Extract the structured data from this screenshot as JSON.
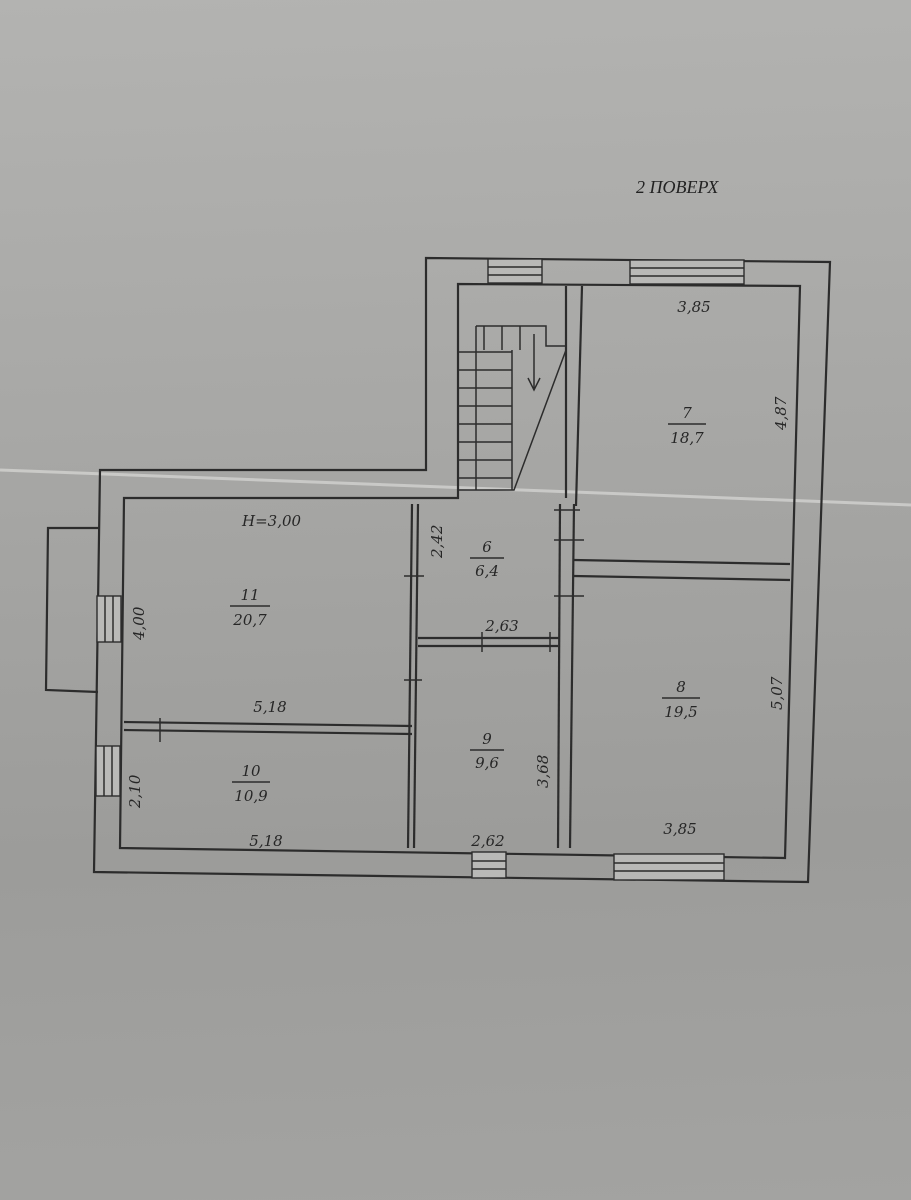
{
  "title": "2 ПОВЕРХ",
  "ceiling_height": "Н=3,00",
  "rooms": [
    {
      "number": "6",
      "area": "6,4"
    },
    {
      "number": "7",
      "area": "18,7"
    },
    {
      "number": "8",
      "area": "19,5"
    },
    {
      "number": "9",
      "area": "9,6"
    },
    {
      "number": "10",
      "area": "10,9"
    },
    {
      "number": "11",
      "area": "20,7"
    }
  ],
  "dimensions": {
    "room7_width": "3,85",
    "room7_depth": "4,87",
    "hall_depth": "2,42",
    "hall_width": "2,63",
    "room11_depth": "4,00",
    "room11_width": "5,18",
    "room10_depth": "2,10",
    "room10_width": "5,18",
    "room9_depth": "3,68",
    "room9_width": "2,62",
    "room8_depth": "5,07",
    "room8_width": "3,85"
  }
}
